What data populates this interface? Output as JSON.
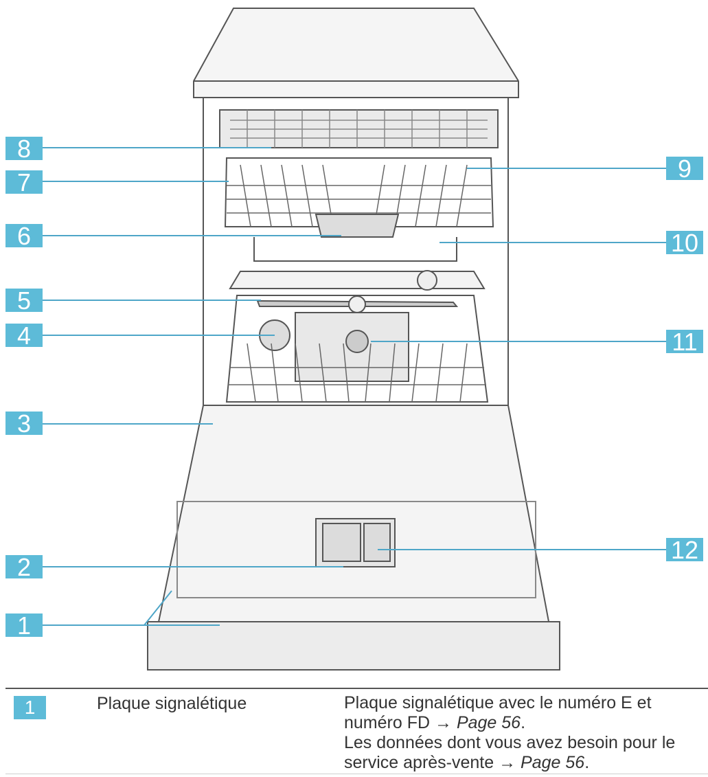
{
  "figure": {
    "callouts": [
      {
        "number": "1"
      },
      {
        "number": "2"
      },
      {
        "number": "3"
      },
      {
        "number": "4"
      },
      {
        "number": "5"
      },
      {
        "number": "6"
      },
      {
        "number": "7"
      },
      {
        "number": "8"
      },
      {
        "number": "9"
      },
      {
        "number": "10"
      },
      {
        "number": "11"
      },
      {
        "number": "12"
      }
    ],
    "accent_color": "#5dbbd8",
    "line_color": "#4ea6c8"
  },
  "legend": {
    "rows": [
      {
        "number": "1",
        "name": "Plaque signalétique",
        "description_parts": [
          {
            "text": "Plaque signalétique avec le numéro E et numéro FD → ",
            "italic": false
          },
          {
            "text": "Page 56",
            "italic": true
          },
          {
            "text": ".",
            "italic": false
          },
          {
            "text": "Les données dont vous avez besoin pour le service après-vente → ",
            "italic": false,
            "newline": true
          },
          {
            "text": "Page 56",
            "italic": true
          },
          {
            "text": ".",
            "italic": false
          }
        ]
      }
    ]
  }
}
